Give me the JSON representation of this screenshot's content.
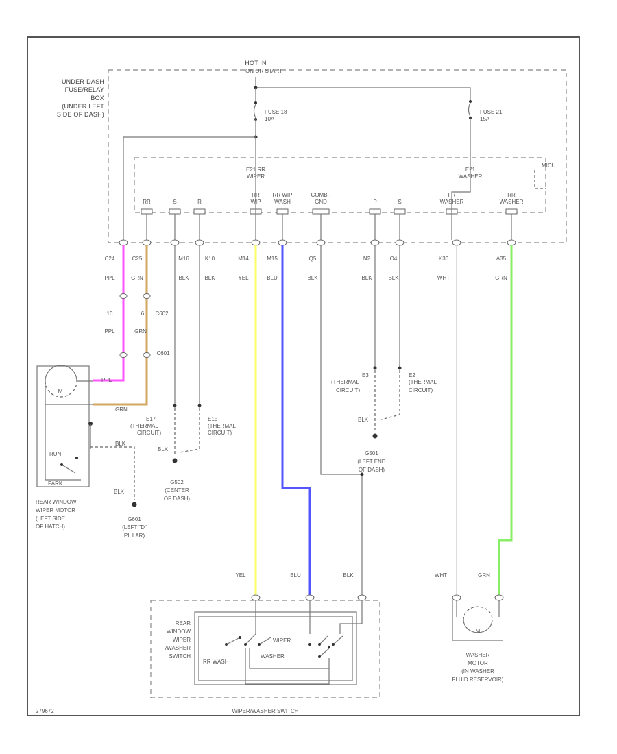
{
  "colors": {
    "ppl": "#ff55ff",
    "grn_rear": "#d2a860",
    "yel": "#ffff66",
    "blu": "#5555ff",
    "grn_washer": "#88ee66",
    "wht": "#dddddd",
    "wire": "#555555"
  },
  "top": {
    "hot_in": "HOT IN",
    "hot_in_sub": "ON OR START",
    "underdash_box": [
      "UNDER-DASH",
      "FUSE/RELAY",
      "BOX",
      "(UNDER LEFT",
      "SIDE OF DASH)"
    ],
    "fuse_left": [
      "FUSE 18",
      "10A"
    ],
    "fuse_right": [
      "FUSE 21",
      "15A"
    ],
    "mics": "MICU",
    "rr_wiper": [
      "E21 RR",
      "WIPER"
    ],
    "washer": [
      "E21",
      "WASHER"
    ],
    "pin_labels": [
      "RR",
      "S",
      "R",
      "RR",
      "RR WIP",
      "COMBI-",
      "P",
      "S",
      "FR",
      "RR"
    ],
    "pin_labels2": [
      "",
      "",
      "",
      "WIP",
      "WASH",
      "GND",
      "",
      "",
      "WASHER",
      "WASHER"
    ]
  },
  "connectors": {
    "c1": [
      "C24",
      "PPL"
    ],
    "c2": [
      "C25",
      "GRN"
    ],
    "c3": [
      "M16",
      "BLK"
    ],
    "c4": [
      "K10",
      "BLK"
    ],
    "c5": [
      "M14",
      "YEL"
    ],
    "c6": [
      "M15",
      "BLU"
    ],
    "c7": [
      "Q5",
      "BLK"
    ],
    "c8": [
      "N2",
      "BLK"
    ],
    "c9": [
      "O4",
      "BLK"
    ],
    "c10": [
      "K36",
      "WHT"
    ],
    "c11": [
      "A35",
      "GRN"
    ]
  },
  "rear_motor": {
    "c1_pin": "10",
    "c1_color": "PPL",
    "c2_pin": "6",
    "c2_code": "C602",
    "c2_color": "GRN",
    "conn1": "C601",
    "motor_label": "M",
    "wire_ppl": "PPL",
    "wire_grn": "GRN",
    "wire_blk": "BLK",
    "run": "RUN",
    "park": "PARK",
    "title": [
      "REAR WINDOW",
      "WIPER MOTOR",
      "(LEFT SIDE",
      "OF HATCH)"
    ],
    "ground_blk": "BLK",
    "ground": [
      "G601",
      "(LEFT \"D\"",
      "PILLAR)"
    ]
  },
  "thermal": {
    "e17": [
      "E17",
      "(THERMAL",
      "CIRCUIT)"
    ],
    "e15": [
      "E15",
      "(THERMAL",
      "CIRCUIT)"
    ],
    "blk": "BLK",
    "ground1": [
      "G502",
      "(CENTER",
      "OF DASH)"
    ],
    "e3": [
      "E3",
      "(THERMAL",
      "CIRCUIT)"
    ],
    "e2": [
      "E2",
      "(THERMAL",
      "CIRCUIT)"
    ],
    "blk2": "BLK",
    "ground2": [
      "G501",
      "(LEFT END",
      "OF DASH)"
    ]
  },
  "bottom": {
    "wire_yel": "YEL",
    "wire_blu": "BLU",
    "wire_blk": "BLK",
    "switch_box": [
      "REAR",
      "WINDOW",
      "WIPER",
      "/WASHER",
      "SWITCH"
    ],
    "wiper_word": "WIPER",
    "washer_word": "WASHER",
    "rr_wash": "RR WASH",
    "switch_title": "WIPER/WASHER SWITCH",
    "wire_wht": "WHT",
    "wire_grn": "GRN",
    "washer_motor_label": "M",
    "washer_title": [
      "WASHER",
      "MOTOR",
      "(IN WASHER",
      "FLUID RESERVOIR)"
    ],
    "corner_code": "279672"
  }
}
